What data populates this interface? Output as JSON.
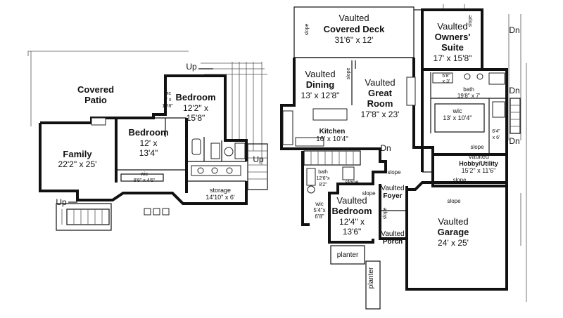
{
  "lower_level": {
    "covered_patio": {
      "line1": "Covered",
      "line2": "Patio"
    },
    "family": {
      "name": "Family",
      "dims": "22'2\" x 25'"
    },
    "bedroom_1": {
      "name": "Bedroom",
      "dim1": "12'2\" x",
      "dim2": "15'8\""
    },
    "bedroom_2": {
      "name": "Bedroom",
      "dim1": "12' x",
      "dim2": "13'4\""
    },
    "wic_upper": {
      "name": "wic",
      "dim1": "4' x",
      "dim2": "10'8\""
    },
    "wic_lower": {
      "name": "wic",
      "dims": "8'8\" x 4'6\""
    },
    "storage": {
      "name": "storage",
      "dims": "14'10\" x 6'"
    },
    "stair_up_top": "Up",
    "stair_up_right": "Up",
    "stair_up_left": "Up"
  },
  "main_level": {
    "covered_deck": {
      "v": "Vaulted",
      "name": "Covered Deck",
      "dims": "31'6\" x 12'"
    },
    "owners_suite": {
      "v": "Vaulted",
      "name1": "Owners'",
      "name2": "Suite",
      "dims": "17' x 15'8\""
    },
    "dining": {
      "v": "Vaulted",
      "name": "Dining",
      "dims": "13' x 12'8\""
    },
    "great_room": {
      "v": "Vaulted",
      "name1": "Great",
      "name2": "Room",
      "dims": "17'8\" x 23'"
    },
    "kitchen": {
      "name": "Kitchen",
      "dims": "16' x 10'4\""
    },
    "bath_owner": {
      "name": "bath",
      "dims": "19'8\" x 7'"
    },
    "bath_small_dims1": "5'8\"",
    "bath_small_dims2": "x 3'",
    "wic_owner": {
      "name": "wic",
      "dims": "13' x 10'4\""
    },
    "closet_small": {
      "dim1": "6'4\"",
      "dim2": "x 6'"
    },
    "hobby": {
      "v": "Vaulted",
      "name": "Hobby/Utility",
      "dims": "15'2\" x 11'6\""
    },
    "bath_main": {
      "name": "bath",
      "dim1": "12'6\"x",
      "dim2": "8'2\""
    },
    "wic_main": {
      "name": "wic",
      "dim1": "5'4\"x",
      "dim2": "6'8\""
    },
    "bedroom": {
      "v": "Vaulted",
      "name": "Bedroom",
      "dim1": "12'4\" x",
      "dim2": "13'6\""
    },
    "foyer": {
      "v": "Vaulted",
      "name": "Foyer"
    },
    "porch": {
      "v": "Vaulted",
      "name": "Porch"
    },
    "garage": {
      "v": "Vaulted",
      "name": "Garage",
      "dims": "24' x 25'"
    },
    "planter_1": "planter",
    "planter_2": "planter",
    "slope": "slope",
    "dn": "Dn"
  }
}
